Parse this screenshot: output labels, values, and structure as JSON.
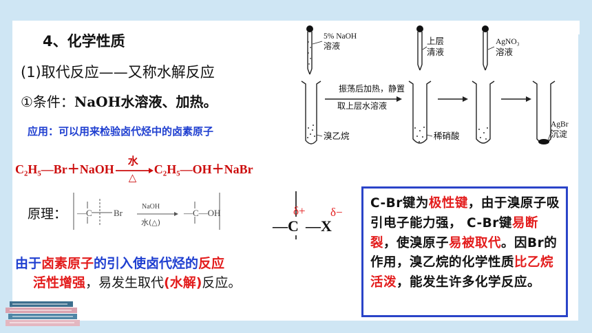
{
  "heading": "4、化学性质",
  "subheading": "(1)取代反应——又称水解反应",
  "condition": {
    "prefix": "①条件：",
    "text": "NaOH水溶液、加热。"
  },
  "application": {
    "label": "应用：",
    "text": "可以用来检验卤代烃中的卤素原子"
  },
  "equation": {
    "left": "C₂H₅—Br＋NaOH",
    "over": "水",
    "under": "△",
    "right": "C₂H₅—OH＋NaBr"
  },
  "principle": {
    "label": "原理：",
    "reactant_c": "—C",
    "reactant_br": "Br",
    "reagent_top": "NaOH",
    "reagent_bottom": "水(△)",
    "product": "—C—OH"
  },
  "polar": {
    "c": "—C",
    "x": "—X",
    "delta_plus": "δ+",
    "delta_minus": "δ−"
  },
  "effect": {
    "line1_a": "由于",
    "line1_b": "卤素原子",
    "line1_c": "的引入使卤代烃的",
    "line1_d": "反应",
    "line2_a": "活性增强",
    "line2_b": "，易发生取代",
    "line2_c": "(水解)",
    "line2_d": "反应。"
  },
  "explanation": {
    "p1": "C-Br键为",
    "p2": "极性键",
    "p3": "，由于溴原子吸引电子能力强， C-Br键",
    "p4": "易断裂",
    "p5": "，使溴原子",
    "p6": "易被取代",
    "p7": "。因Br的作用，溴乙烷的化学性质",
    "p8": "比乙烷活泼",
    "p9": "，能发生许多化学反应。"
  },
  "apparatus": {
    "dropper1": "5% NaOH",
    "dropper1b": "溶液",
    "step": "振荡后加热，静置",
    "step2": "取上层水溶液",
    "tube1": "溴乙烷",
    "dropper2": "上层",
    "dropper2b": "清液",
    "tube2": "稀硝酸",
    "dropper3": "AgNO₃",
    "dropper3b": "溶液",
    "tube3a": "AgBr",
    "tube3b": "沉淀"
  },
  "colors": {
    "red": "#e31c1c",
    "blue": "#1f3fd0",
    "box_border": "#2a44c8",
    "background": "#cfe6f4"
  }
}
